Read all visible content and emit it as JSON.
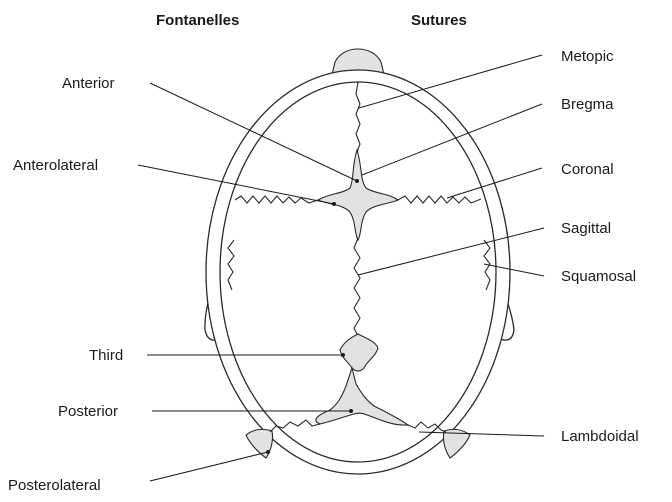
{
  "headings": {
    "fontanelles": "Fontanelles",
    "sutures": "Sutures"
  },
  "fontanelles": [
    {
      "key": "anterior",
      "label": "Anterior"
    },
    {
      "key": "anterolateral",
      "label": "Anterolateral"
    },
    {
      "key": "third",
      "label": "Third"
    },
    {
      "key": "posterior",
      "label": "Posterior"
    },
    {
      "key": "posterolateral",
      "label": "Posterolateral"
    }
  ],
  "sutures": [
    {
      "key": "metopic",
      "label": "Metopic"
    },
    {
      "key": "bregma",
      "label": "Bregma"
    },
    {
      "key": "coronal",
      "label": "Coronal"
    },
    {
      "key": "sagittal",
      "label": "Sagittal"
    },
    {
      "key": "squamosal",
      "label": "Squamosal"
    },
    {
      "key": "lambdoidal",
      "label": "Lambdoidal"
    }
  ],
  "colors": {
    "fontanelle_fill": "#e2e2e2",
    "line": "#2a2a2a"
  }
}
